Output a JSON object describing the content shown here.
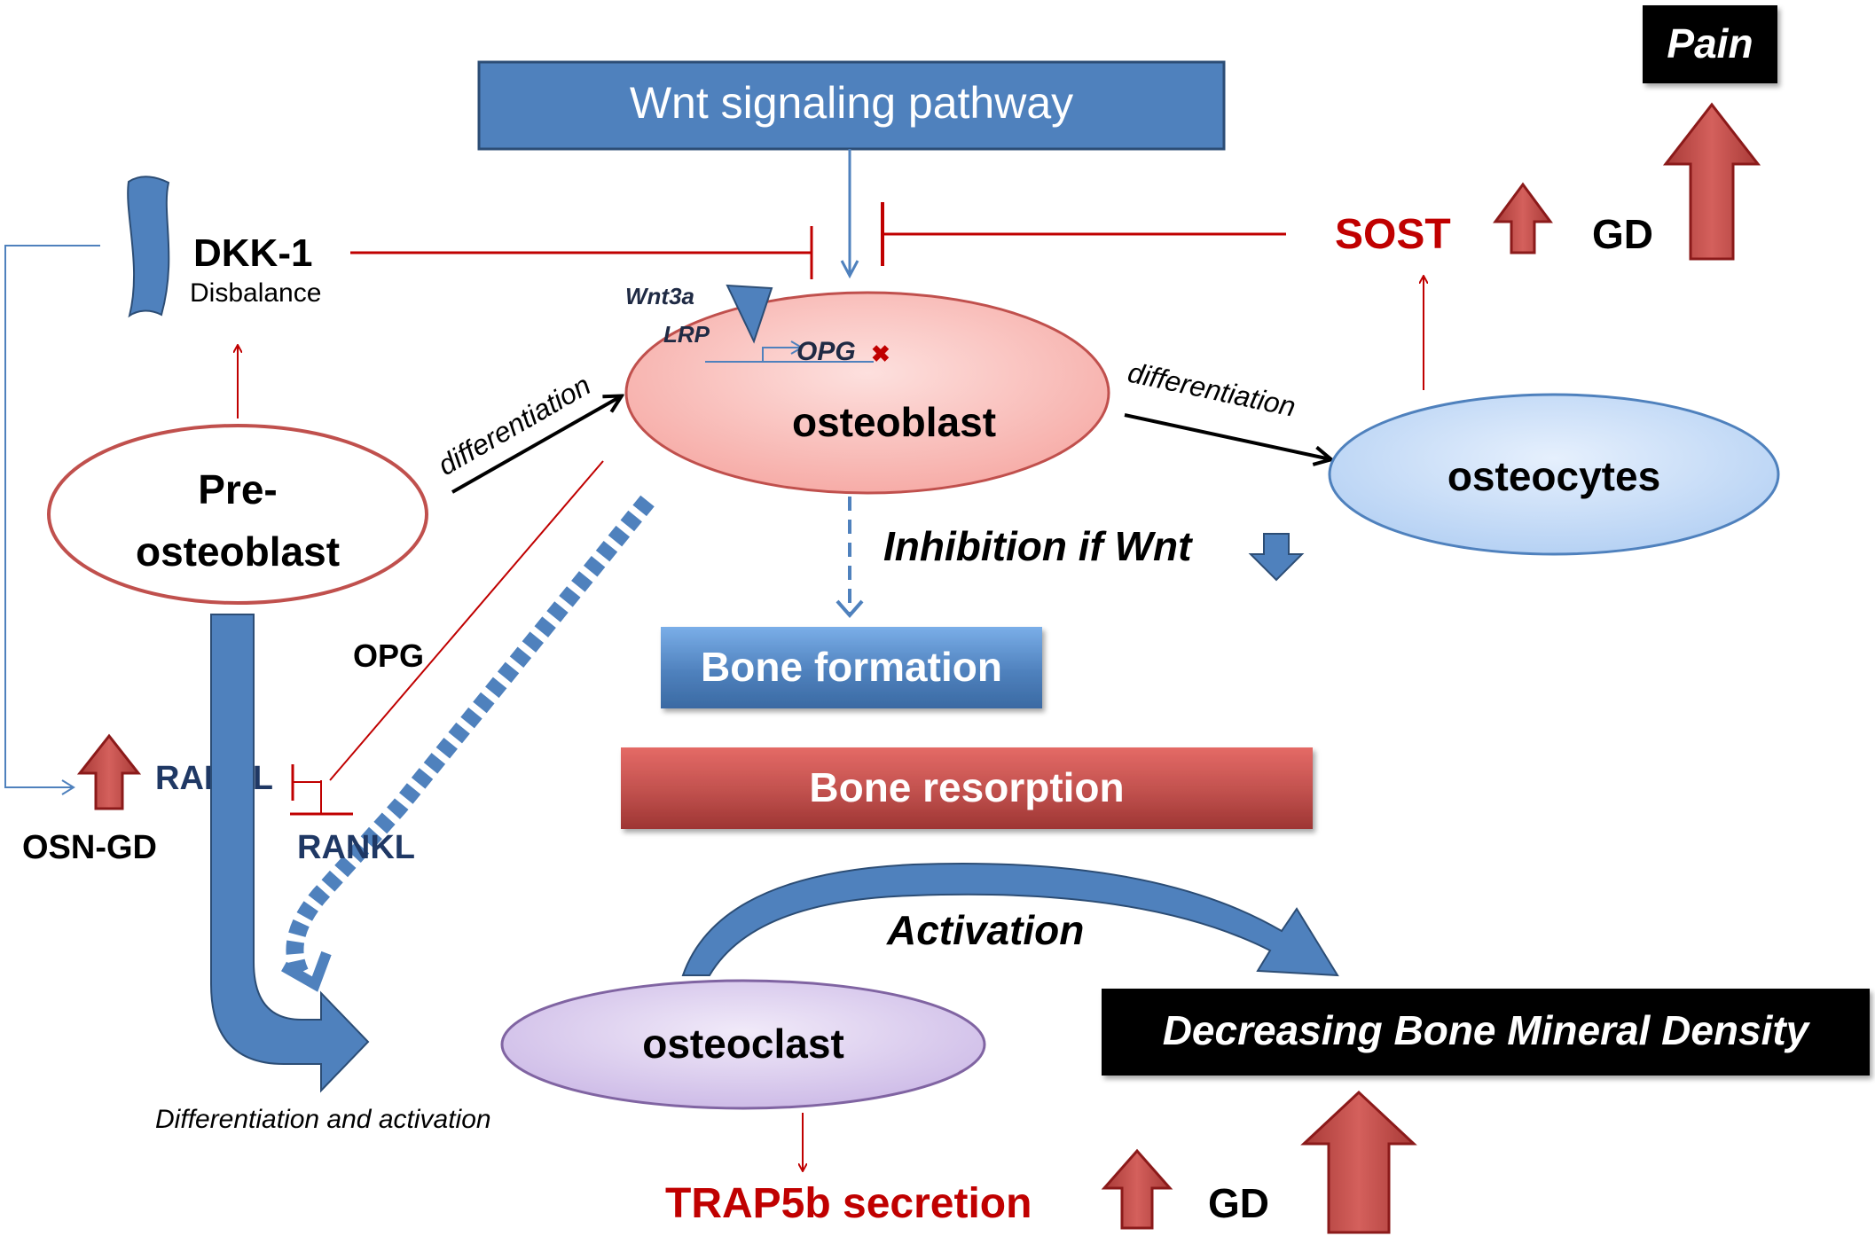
{
  "wnt_box": "Wnt signaling pathway",
  "pain_box": "Pain",
  "dkk": {
    "name": "DKK-1",
    "note": "Disbalance"
  },
  "sost": "SOST",
  "gd_top": "GD",
  "osteoblast": {
    "label": "osteoblast",
    "wnt3a": "Wnt3a",
    "lrp": "LRP",
    "opg": "OPG",
    "mark": "✖"
  },
  "differentiation_left": "differentiation",
  "differentiation_right": "differentiation",
  "osteocytes": "osteocytes",
  "preosteoblast": {
    "line1": "Pre-",
    "line2": "osteoblast"
  },
  "inhibition": "Inhibition if Wnt",
  "bone_formation": "Bone formation",
  "bone_resorption": "Bone resorption",
  "opg_label": "OPG",
  "rankl_upper": "RANKL",
  "rankl_lower": "RANKL",
  "osn_gd": "OSN-GD",
  "activation": "Activation",
  "osteoclast": "osteoclast",
  "decreasing_bmd": "Decreasing Bone Mineral Density",
  "diff_activation": "Differentiation and activation",
  "trap5b": "TRAP5b secretion",
  "gd_bottom": "GD",
  "colors": {
    "blue": "#4f81bd",
    "blue_dark": "#2c4d75",
    "red": "#c00000",
    "red_arrow": "#c0504d",
    "osteoblast_fill": "#f8b9b5",
    "osteocytes_fill": "#c6dbf7",
    "osteoclast_fill": "#ddd0ee",
    "text_dark": "#1f2a44"
  }
}
